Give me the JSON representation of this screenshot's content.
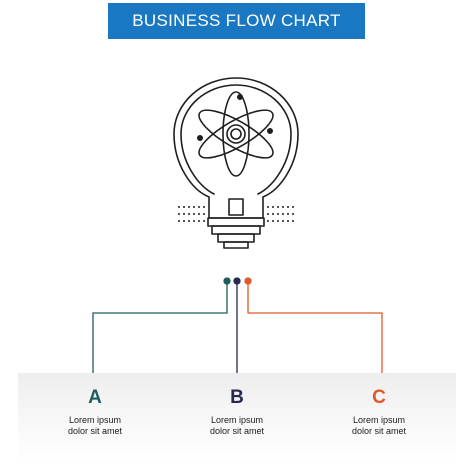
{
  "title": "BUSINESS FLOW CHART",
  "icon": "lightbulb-atom-icon",
  "colors": {
    "banner": "#1a78c2",
    "branch_a": "#1e5e5c",
    "branch_b": "#27294f",
    "branch_c": "#e0592a"
  },
  "steps": [
    {
      "letter": "A",
      "line1": "Lorem ipsum",
      "line2": "dolor sit amet",
      "color": "#1e5e5c"
    },
    {
      "letter": "B",
      "line1": "Lorem ipsum",
      "line2": "dolor sit amet",
      "color": "#27294f"
    },
    {
      "letter": "C",
      "line1": "Lorem ipsum",
      "line2": "dolor sit amet",
      "color": "#e0592a"
    }
  ]
}
